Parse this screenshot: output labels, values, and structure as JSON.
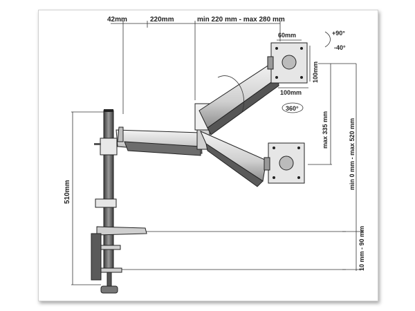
{
  "dimensions": {
    "top_left": "42mm",
    "top_mid": "220mm",
    "top_range": "min 220 mm - max 280 mm",
    "vesa_offset": "60mm",
    "vesa_width": "100mm",
    "vesa_height": "100mm",
    "tilt_up": "+90°",
    "tilt_down": "-40°",
    "rotation": "360°",
    "pole_height": "510mm",
    "vertical_travel": "max 335 mm",
    "height_range": "min 0 mm - max 520 mm",
    "desk_thickness": "10 mm - 90 mm"
  },
  "colors": {
    "metal_dark": "#4a4a4a",
    "metal_light": "#d8d8d8",
    "line": "#222222"
  }
}
